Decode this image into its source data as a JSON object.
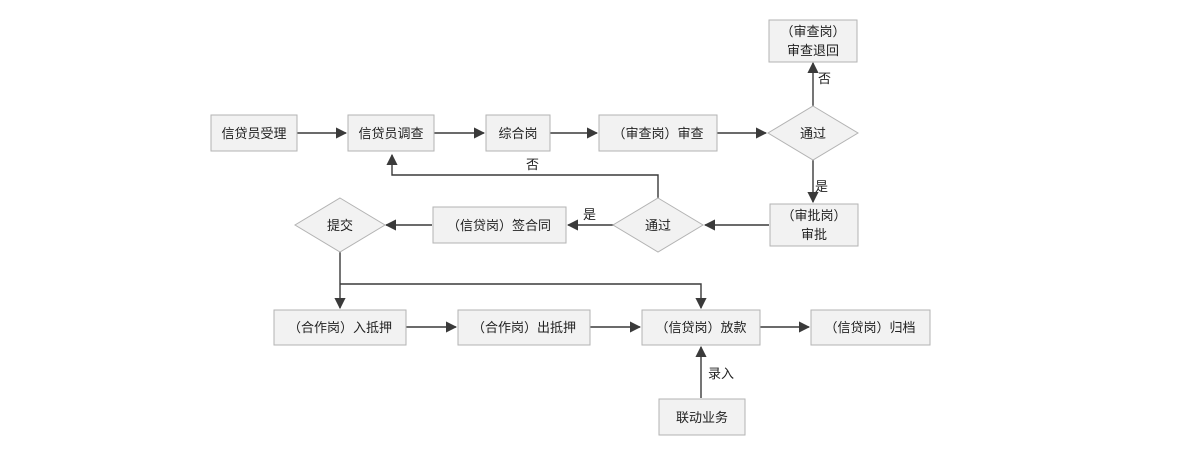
{
  "nodes": {
    "receive": "信贷员受理",
    "investigate": "信贷员调查",
    "general": "综合岗",
    "review": "（审查岗）审查",
    "review_pass": "通过",
    "review_return_1": "（审查岗）",
    "review_return_2": "审查退回",
    "approve_1": "（审批岗）",
    "approve_2": "审批",
    "approve_pass": "通过",
    "contract": "（信贷岗）签合同",
    "submit": "提交",
    "mortgage_in": "（合作岗）入抵押",
    "mortgage_out": "（合作岗）出抵押",
    "loan": "（信贷岗）放款",
    "archive": "（信贷岗）归档",
    "linked": "联动业务"
  },
  "labels": {
    "no_top": "否",
    "yes_right": "是",
    "no_back": "否",
    "yes_left": "是",
    "entry": "录入"
  },
  "colors": {
    "node_fill": "#f2f2f2",
    "node_stroke": "#b3b3b3",
    "edge": "#3a3a3a"
  }
}
